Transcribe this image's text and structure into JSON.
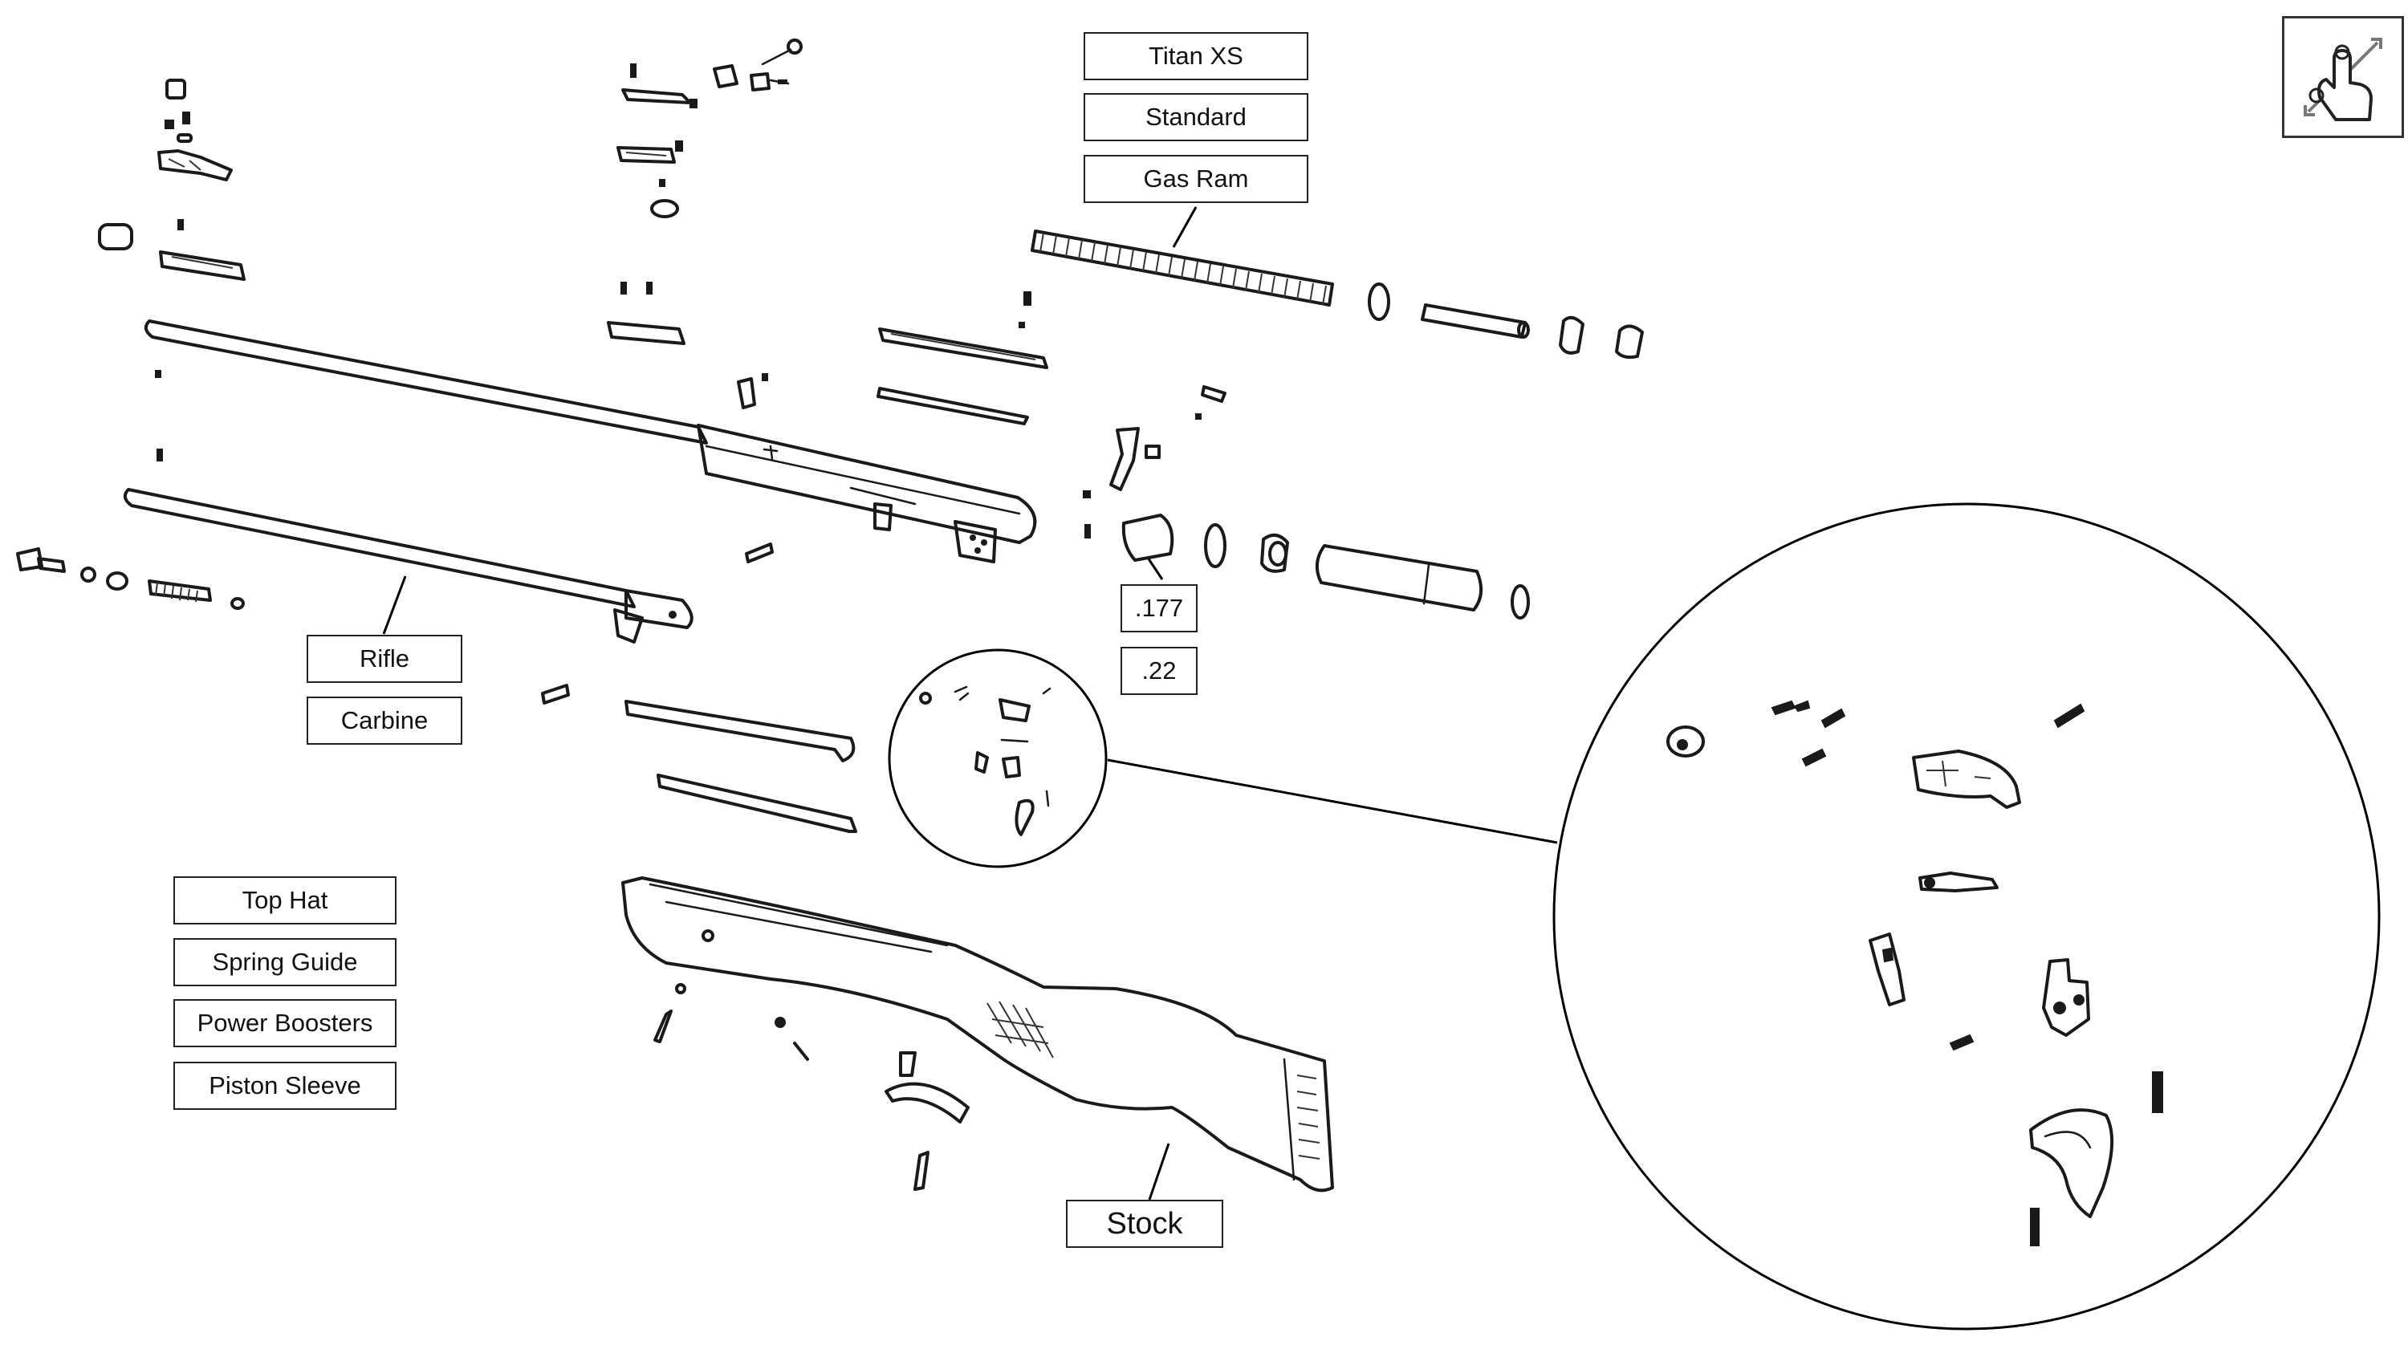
{
  "labels": {
    "titan_xs": "Titan XS",
    "standard": "Standard",
    "gas_ram": "Gas Ram",
    "cal_177": ".177",
    "cal_22": ".22",
    "rifle": "Rifle",
    "carbine": "Carbine",
    "top_hat": "Top Hat",
    "spring_guide": "Spring Guide",
    "power_boosters": "Power Boosters",
    "piston_sleeve": "Piston Sleeve",
    "stock": "Stock"
  },
  "icons": {
    "zoom_control": "pinch-zoom-gesture-icon",
    "magnifier": "trigger-assembly-detail-magnifier"
  },
  "colors": {
    "ink": "#1a1a1a",
    "background": "#ffffff",
    "button_border": "#222222"
  }
}
